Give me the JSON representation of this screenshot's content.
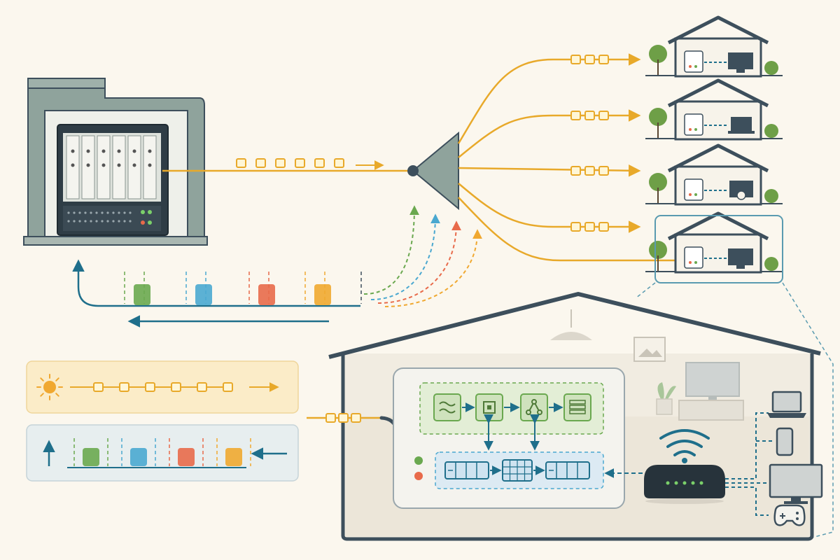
{
  "diagram": {
    "type": "fiber-access-network-illustration",
    "text_labels": []
  },
  "colors": {
    "background": "#fbf7ee",
    "downstream_fiber": "#e8a92a",
    "upstream_return": "#1f6f8b",
    "wavelength_green": "#6aa84f",
    "wavelength_blue": "#4aa8d0",
    "wavelength_red": "#e86a4a",
    "wavelength_orange": "#f0a830",
    "building_outline": "#3d4f5c",
    "tree_green": "#6e9f47",
    "module_green_fill": "#e3eed6",
    "module_blue_fill": "#dceaf3"
  },
  "icons": {
    "central_office": "server-rack-icon",
    "splitter": "optical-splitter-icon",
    "houses": [
      "house-tv-icon",
      "house-laptop-icon",
      "house-gamepad-icon",
      "house-desktop-icon"
    ],
    "legend_downstream": "sun-icon",
    "legend_upstream": "up-arrow-icon",
    "ont_blocks": [
      "waveform-icon",
      "chip-icon",
      "network-node-icon",
      "stack-icon"
    ],
    "devices": [
      "laptop-icon",
      "phone-icon",
      "monitor-icon",
      "gamepad-icon"
    ],
    "router": "wifi-router-icon"
  },
  "wavelength_slots": {
    "upstream": [
      "green",
      "blue",
      "red",
      "orange"
    ]
  }
}
